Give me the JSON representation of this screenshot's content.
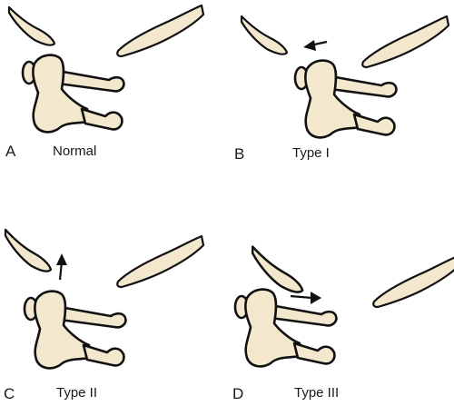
{
  "panels": [
    {
      "letter": "A",
      "caption": "Normal"
    },
    {
      "letter": "B",
      "caption": "Type I"
    },
    {
      "letter": "C",
      "caption": "Type II"
    },
    {
      "letter": "D",
      "caption": "Type III"
    }
  ],
  "colors": {
    "bone_fill": "#f3e8cd",
    "outline": "#111111",
    "text": "#1a1a1a"
  }
}
